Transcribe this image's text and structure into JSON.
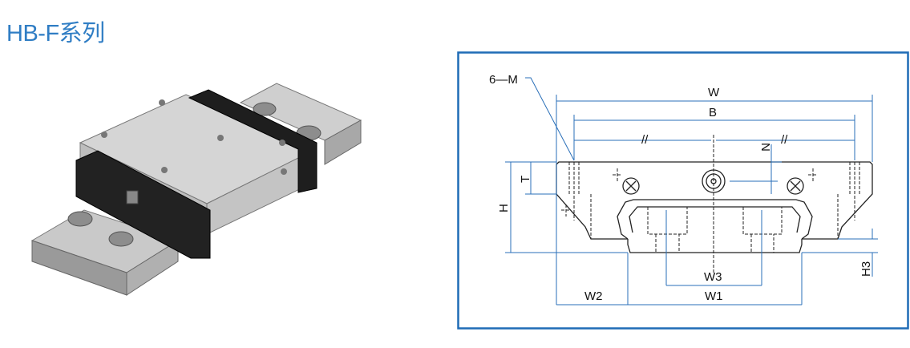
{
  "title": "HB-F系列",
  "colors": {
    "title": "#2f7dc4",
    "frame": "#1f6cb6",
    "dimension": "#2a6fb8"
  },
  "diagram": {
    "labels": {
      "mount_holes": "6—M",
      "W": "W",
      "B": "B",
      "N": "N",
      "T": "T",
      "H": "H",
      "H3": "H3",
      "W1": "W1",
      "W2": "W2",
      "W3": "W3",
      "half_mark_left": "//",
      "half_mark_right": "//"
    }
  }
}
